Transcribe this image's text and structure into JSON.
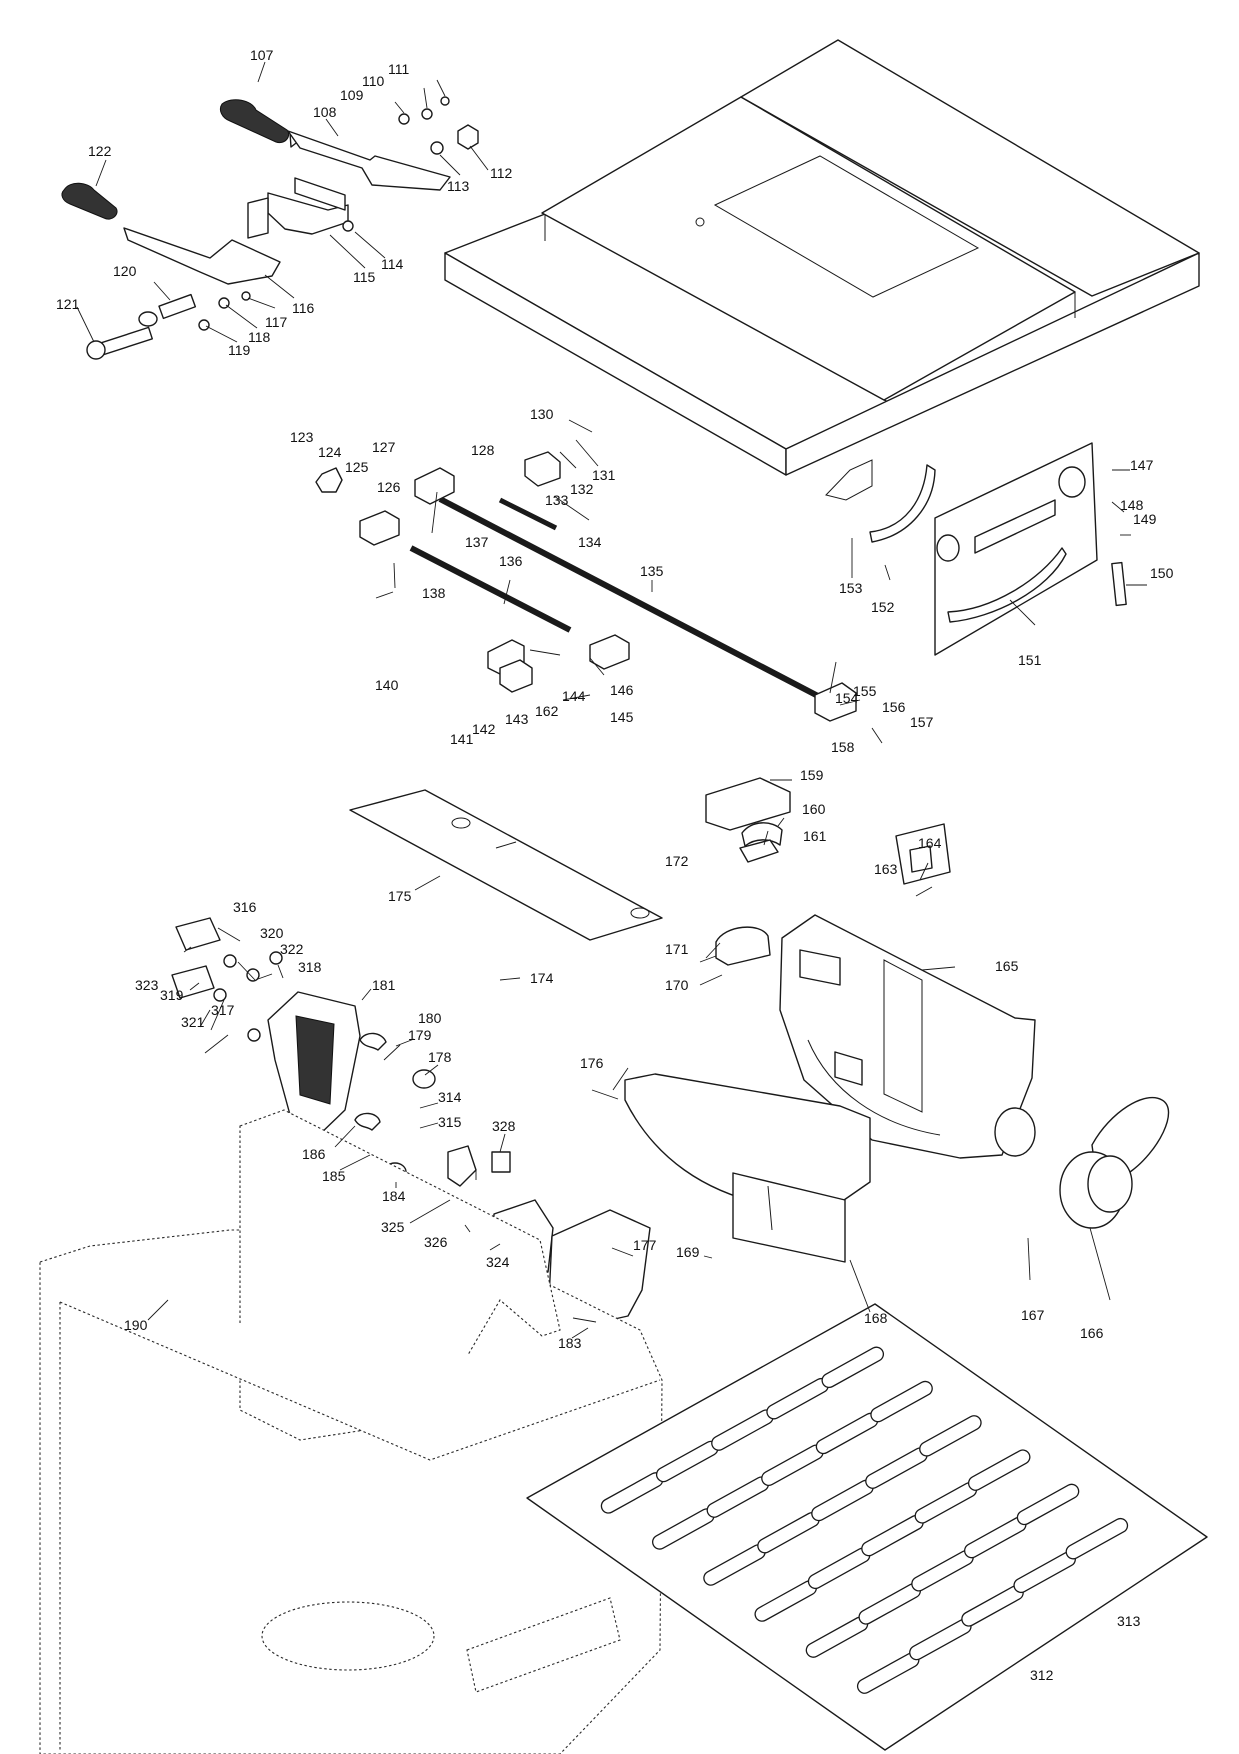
{
  "diagram": {
    "type": "exploded-parts-diagram",
    "callouts": [
      "107",
      "108",
      "109",
      "110",
      "111",
      "112",
      "113",
      "114",
      "115",
      "116",
      "117",
      "118",
      "119",
      "120",
      "121",
      "122",
      "123",
      "124",
      "125",
      "126",
      "127",
      "128",
      "130",
      "131",
      "132",
      "133",
      "134",
      "135",
      "136",
      "137",
      "138",
      "140",
      "141",
      "142",
      "143",
      "144",
      "145",
      "146",
      "147",
      "148",
      "149",
      "150",
      "151",
      "152",
      "153",
      "154",
      "155",
      "156",
      "157",
      "158",
      "159",
      "160",
      "161",
      "162",
      "163",
      "164",
      "165",
      "166",
      "167",
      "168",
      "169",
      "170",
      "171",
      "172",
      "174",
      "175",
      "176",
      "177",
      "178",
      "179",
      "180",
      "181",
      "183",
      "184",
      "185",
      "186",
      "190",
      "312",
      "313",
      "314",
      "315",
      "316",
      "317",
      "318",
      "319",
      "320",
      "321",
      "322",
      "323",
      "324",
      "325",
      "326",
      "328"
    ]
  }
}
